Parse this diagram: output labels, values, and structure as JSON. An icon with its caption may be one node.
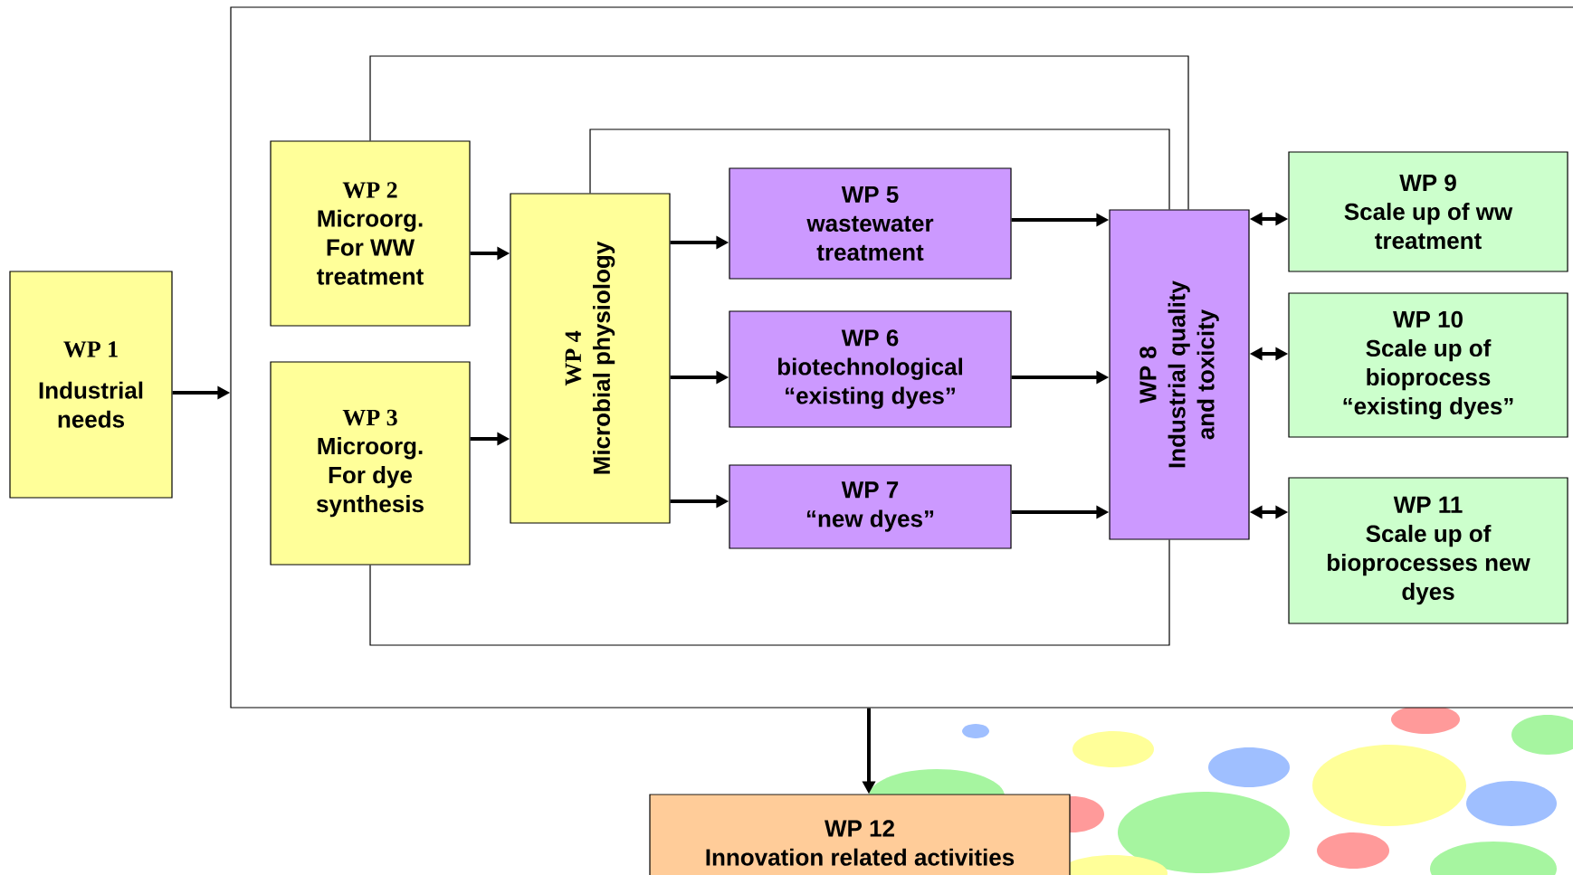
{
  "diagram": {
    "nodes": [
      {
        "text": [],
        "shape": "box"
      },
      {
        "text": [
          "WP 1",
          "Industrial needs"
        ]
      },
      {
        "text": [
          "WP 2",
          "Microorg. For WW treatment"
        ],
        "in": 0
      },
      {
        "text": [
          "WP 3",
          "Microorg. For dye synthesis"
        ],
        "in": 0
      },
      {
        "text": [
          "WP 4",
          "Microbial physiology"
        ],
        "in": 0
      },
      {
        "text": [
          "WP 5",
          "wastewater treatment"
        ],
        "in": 0
      },
      {
        "text": [
          "WP 6",
          "biotechnological “existing dyes”"
        ],
        "in": 0
      },
      {
        "text": [
          "WP 7",
          "“new dyes”"
        ],
        "in": 0
      },
      {
        "text": [
          "WP 8",
          "Industrial quality and toxicity"
        ],
        "in": 0
      },
      {
        "text": [
          "WP 9",
          "Scale up of ww treatment"
        ],
        "in": 0
      },
      {
        "text": [
          "WP 10",
          "Scale up of bioprocess “existing dyes”"
        ],
        "in": 0
      },
      {
        "text": [
          "WP 11",
          "Scale up of bioprocesses new dyes"
        ],
        "in": 0
      },
      {
        "text": [
          "WP 12",
          "Innovation related activities"
        ]
      }
    ],
    "edges": [
      {
        "from": 1,
        "to": 0,
        "arrow": "to"
      },
      {
        "from": 2,
        "to": 4,
        "arrow": "to"
      },
      {
        "from": 3,
        "to": 4,
        "arrow": "to"
      },
      {
        "from": 4,
        "to": 5,
        "arrow": "to"
      },
      {
        "from": 4,
        "to": 6,
        "arrow": "to"
      },
      {
        "from": 4,
        "to": 7,
        "arrow": "to"
      },
      {
        "from": 5,
        "to": 8,
        "arrow": "to"
      },
      {
        "from": 6,
        "to": 8,
        "arrow": "to"
      },
      {
        "from": 7,
        "to": 8,
        "arrow": "to"
      },
      {
        "from": 8,
        "to": 9,
        "arrow": "both"
      },
      {
        "from": 8,
        "to": 10,
        "arrow": "both"
      },
      {
        "from": 8,
        "to": 11,
        "arrow": "both"
      },
      {
        "from": 2,
        "to": 8,
        "arrow": "none"
      },
      {
        "from": 4,
        "to": 8,
        "arrow": "none"
      },
      {
        "from": 3,
        "to": 8,
        "arrow": "none"
      },
      {
        "from": 0,
        "to": 12,
        "arrow": "to"
      }
    ]
  }
}
